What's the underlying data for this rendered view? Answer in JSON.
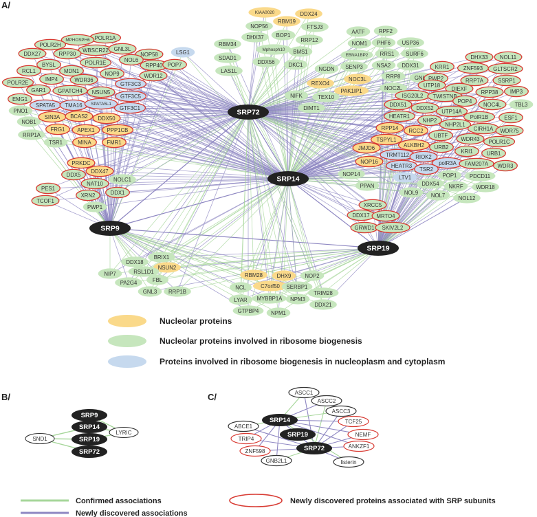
{
  "colors": {
    "nucleolar": "#fad98a",
    "biogenesis": "#c6e6bd",
    "cytoplasm": "#c6d9ee",
    "hub": "#222222",
    "confirmed_edge": "#a6d69a",
    "new_edge": "#8e87c2",
    "new_protein_outline": "#d83a32"
  },
  "panels": {
    "a": "A/",
    "b": "B/",
    "c": "C/"
  },
  "legend": {
    "nucleolar": "Nucleolar proteins",
    "biogenesis": "Nucleolar proteins involved in  ribosome biogenesis",
    "cytoplasm": "Proteins involved in ribosome biogenesis in nucleoplasm and cytoplasm",
    "confirmed": "Confirmed associations",
    "new_assoc": "Newly discovered associations",
    "new_proteins": "Newly discovered proteins associated with SRP subunits"
  },
  "panel_a": {
    "hubs": [
      "SRP72",
      "SRP14",
      "SRP9",
      "SRP19"
    ],
    "proteins": [
      {
        "l": "KIAA0020",
        "c": "o",
        "r": 0
      },
      {
        "l": "DDX24",
        "c": "o",
        "r": 0
      },
      {
        "l": "RBM19",
        "c": "o",
        "r": 0
      },
      {
        "l": "NOP56",
        "c": "g",
        "r": 0
      },
      {
        "l": "FTSJ3",
        "c": "g",
        "r": 0
      },
      {
        "l": "BOP1",
        "c": "g",
        "r": 0
      },
      {
        "l": "DHX37",
        "c": "g",
        "r": 0
      },
      {
        "l": "RRP12",
        "c": "g",
        "r": 0
      },
      {
        "l": "RBM34",
        "c": "g",
        "r": 0
      },
      {
        "l": "Mphosph10",
        "c": "g",
        "r": 0
      },
      {
        "l": "SDAD1",
        "c": "g",
        "r": 0
      },
      {
        "l": "BMS1",
        "c": "g",
        "r": 0
      },
      {
        "l": "LAS1L",
        "c": "g",
        "r": 0
      },
      {
        "l": "DDX56",
        "c": "g",
        "r": 0
      },
      {
        "l": "DKC1",
        "c": "g",
        "r": 0
      },
      {
        "l": "LSG1",
        "c": "b",
        "r": 0
      },
      {
        "l": "AATF",
        "c": "g",
        "r": 0
      },
      {
        "l": "RPF2",
        "c": "g",
        "r": 0
      },
      {
        "l": "NOM1",
        "c": "g",
        "r": 0
      },
      {
        "l": "PHF6",
        "c": "g",
        "r": 0
      },
      {
        "l": "USP36",
        "c": "g",
        "r": 0
      },
      {
        "l": "EBNA1BP2",
        "c": "g",
        "r": 0
      },
      {
        "l": "RRS1",
        "c": "g",
        "r": 0
      },
      {
        "l": "SURF6",
        "c": "g",
        "r": 0
      },
      {
        "l": "SENP3",
        "c": "g",
        "r": 0
      },
      {
        "l": "NSA2",
        "c": "g",
        "r": 0
      },
      {
        "l": "DDX31",
        "c": "g",
        "r": 0
      },
      {
        "l": "NGDN",
        "c": "g",
        "r": 0
      },
      {
        "l": "NOC3L",
        "c": "o",
        "r": 0
      },
      {
        "l": "RRP8",
        "c": "g",
        "r": 0
      },
      {
        "l": "GNL2",
        "c": "g",
        "r": 0
      },
      {
        "l": "REXO4",
        "c": "o",
        "r": 0
      },
      {
        "l": "PAK1IP1",
        "c": "o",
        "r": 0
      },
      {
        "l": "NOC2L",
        "c": "g",
        "r": 0
      },
      {
        "l": "NIFK",
        "c": "g",
        "r": 0
      },
      {
        "l": "TEX10",
        "c": "g",
        "r": 0
      },
      {
        "l": "DIMT1",
        "c": "g",
        "r": 0
      },
      {
        "l": "POLR1A",
        "c": "g",
        "r": 1
      },
      {
        "l": "MPHOSPH6",
        "c": "g",
        "r": 1
      },
      {
        "l": "POLR2H",
        "c": "g",
        "r": 1
      },
      {
        "l": "WBSCR22",
        "c": "g",
        "r": 1
      },
      {
        "l": "DDX27",
        "c": "g",
        "r": 1
      },
      {
        "l": "RPP30",
        "c": "g",
        "r": 1
      },
      {
        "l": "GNL3L",
        "c": "g",
        "r": 1
      },
      {
        "l": "BYSL",
        "c": "g",
        "r": 1
      },
      {
        "l": "POLR1E",
        "c": "g",
        "r": 1
      },
      {
        "l": "NOP58",
        "c": "g",
        "r": 1
      },
      {
        "l": "RCL1",
        "c": "g",
        "r": 1
      },
      {
        "l": "MDN1",
        "c": "g",
        "r": 1
      },
      {
        "l": "NOL6",
        "c": "g",
        "r": 1
      },
      {
        "l": "RPP40",
        "c": "g",
        "r": 1
      },
      {
        "l": "POP7",
        "c": "g",
        "r": 1
      },
      {
        "l": "POLR2E",
        "c": "g",
        "r": 1
      },
      {
        "l": "IMP4",
        "c": "g",
        "r": 1
      },
      {
        "l": "NOP9",
        "c": "g",
        "r": 1
      },
      {
        "l": "WDR36",
        "c": "g",
        "r": 1
      },
      {
        "l": "WDR12",
        "c": "g",
        "r": 1
      },
      {
        "l": "GAR1",
        "c": "g",
        "r": 1
      },
      {
        "l": "GPATCH4",
        "c": "g",
        "r": 1
      },
      {
        "l": "GTF3C3",
        "c": "b",
        "r": 1
      },
      {
        "l": "EMG1",
        "c": "g",
        "r": 1
      },
      {
        "l": "NSUN5",
        "c": "g",
        "r": 1
      },
      {
        "l": "GTF3C5",
        "c": "b",
        "r": 1
      },
      {
        "l": "PNO1",
        "c": "g",
        "r": 0
      },
      {
        "l": "SPATA5",
        "c": "b",
        "r": 1
      },
      {
        "l": "TMA16",
        "c": "b",
        "r": 1
      },
      {
        "l": "SPATA5L1",
        "c": "b",
        "r": 1
      },
      {
        "l": "GTF3C1",
        "c": "b",
        "r": 1
      },
      {
        "l": "NOB1",
        "c": "g",
        "r": 0
      },
      {
        "l": "SIN3A",
        "c": "o",
        "r": 1
      },
      {
        "l": "BCAS2",
        "c": "o",
        "r": 1
      },
      {
        "l": "DDX50",
        "c": "o",
        "r": 1
      },
      {
        "l": "RRP1A",
        "c": "g",
        "r": 0
      },
      {
        "l": "FRG1",
        "c": "o",
        "r": 1
      },
      {
        "l": "APEX1",
        "c": "o",
        "r": 1
      },
      {
        "l": "PPP1CB",
        "c": "o",
        "r": 1
      },
      {
        "l": "TSR1",
        "c": "g",
        "r": 0
      },
      {
        "l": "MINA",
        "c": "o",
        "r": 1
      },
      {
        "l": "FMR1",
        "c": "o",
        "r": 1
      },
      {
        "l": "PRKDC",
        "c": "o",
        "r": 1
      },
      {
        "l": "DDX47",
        "c": "o",
        "r": 1
      },
      {
        "l": "DDX5",
        "c": "g",
        "r": 1
      },
      {
        "l": "NOLC1",
        "c": "g",
        "r": 0
      },
      {
        "l": "NAT10",
        "c": "g",
        "r": 1
      },
      {
        "l": "PES1",
        "c": "g",
        "r": 1
      },
      {
        "l": "DDX1",
        "c": "g",
        "r": 1
      },
      {
        "l": "XRN2",
        "c": "g",
        "r": 1
      },
      {
        "l": "TCOF1",
        "c": "g",
        "r": 1
      },
      {
        "l": "PWP1",
        "c": "g",
        "r": 0
      },
      {
        "l": "DHX33",
        "c": "g",
        "r": 1
      },
      {
        "l": "NOL11",
        "c": "g",
        "r": 1
      },
      {
        "l": "KRR1",
        "c": "g",
        "r": 1
      },
      {
        "l": "ZNF593",
        "c": "g",
        "r": 1
      },
      {
        "l": "GLTSCR2",
        "c": "g",
        "r": 1
      },
      {
        "l": "PWP2",
        "c": "g",
        "r": 1
      },
      {
        "l": "RRP7A",
        "c": "g",
        "r": 1
      },
      {
        "l": "SSRP1",
        "c": "g",
        "r": 1
      },
      {
        "l": "UTP18",
        "c": "g",
        "r": 1
      },
      {
        "l": "DIEXF",
        "c": "g",
        "r": 1
      },
      {
        "l": "RPP38",
        "c": "g",
        "r": 1
      },
      {
        "l": "IMP3",
        "c": "g",
        "r": 1
      },
      {
        "l": "ISG20L2",
        "c": "g",
        "r": 1
      },
      {
        "l": "TWISTNB",
        "c": "g",
        "r": 1
      },
      {
        "l": "POP4",
        "c": "g",
        "r": 1
      },
      {
        "l": "NOC4L",
        "c": "g",
        "r": 1
      },
      {
        "l": "TBL3",
        "c": "g",
        "r": 0
      },
      {
        "l": "DDX51",
        "c": "g",
        "r": 1
      },
      {
        "l": "DDX52",
        "c": "g",
        "r": 1
      },
      {
        "l": "UTP14A",
        "c": "g",
        "r": 1
      },
      {
        "l": "HEATR1",
        "c": "g",
        "r": 1
      },
      {
        "l": "NHP2",
        "c": "g",
        "r": 1
      },
      {
        "l": "NHP2L1",
        "c": "g",
        "r": 1
      },
      {
        "l": "PolR1B",
        "c": "g",
        "r": 1
      },
      {
        "l": "ESF1",
        "c": "g",
        "r": 1
      },
      {
        "l": "CIRH1A",
        "c": "g",
        "r": 1
      },
      {
        "l": "WDR75",
        "c": "g",
        "r": 1
      },
      {
        "l": "RPP14",
        "c": "o",
        "r": 1
      },
      {
        "l": "RCC2",
        "c": "o",
        "r": 1
      },
      {
        "l": "UBTF",
        "c": "g",
        "r": 1
      },
      {
        "l": "WDR43",
        "c": "g",
        "r": 1
      },
      {
        "l": "POLR1C",
        "c": "g",
        "r": 1
      },
      {
        "l": "TSPYL1",
        "c": "o",
        "r": 1
      },
      {
        "l": "URB2",
        "c": "g",
        "r": 1
      },
      {
        "l": "URB1",
        "c": "g",
        "r": 1
      },
      {
        "l": "ALKBH2",
        "c": "o",
        "r": 1
      },
      {
        "l": "JMJD6",
        "c": "o",
        "r": 1
      },
      {
        "l": "KRI1",
        "c": "g",
        "r": 1
      },
      {
        "l": "TRMT112",
        "c": "b",
        "r": 1
      },
      {
        "l": "RIOK2",
        "c": "b",
        "r": 1
      },
      {
        "l": "polR3A",
        "c": "b",
        "r": 1
      },
      {
        "l": "FAM207A",
        "c": "g",
        "r": 1
      },
      {
        "l": "NOP16",
        "c": "o",
        "r": 1
      },
      {
        "l": "WDR3",
        "c": "g",
        "r": 1
      },
      {
        "l": "HEATR3",
        "c": "b",
        "r": 1
      },
      {
        "l": "TSR2",
        "c": "b",
        "r": 1
      },
      {
        "l": "NOP14",
        "c": "g",
        "r": 0
      },
      {
        "l": "LTV1",
        "c": "b",
        "r": 0
      },
      {
        "l": "POP1",
        "c": "g",
        "r": 0
      },
      {
        "l": "PDCD11",
        "c": "g",
        "r": 0
      },
      {
        "l": "PPAN",
        "c": "g",
        "r": 0
      },
      {
        "l": "DDX54",
        "c": "g",
        "r": 0
      },
      {
        "l": "NKRF",
        "c": "g",
        "r": 0
      },
      {
        "l": "WDR18",
        "c": "g",
        "r": 0
      },
      {
        "l": "NOL9",
        "c": "g",
        "r": 0
      },
      {
        "l": "NOL7",
        "c": "g",
        "r": 0
      },
      {
        "l": "NOL12",
        "c": "g",
        "r": 0
      },
      {
        "l": "XRCC5",
        "c": "g",
        "r": 1
      },
      {
        "l": "DDX17",
        "c": "g",
        "r": 1
      },
      {
        "l": "MRTO4",
        "c": "g",
        "r": 1
      },
      {
        "l": "GRWD1",
        "c": "g",
        "r": 1
      },
      {
        "l": "SKIV2L2",
        "c": "g",
        "r": 1
      },
      {
        "l": "DDX18",
        "c": "g",
        "r": 0
      },
      {
        "l": "BRIX1",
        "c": "g",
        "r": 0
      },
      {
        "l": "NSUN2",
        "c": "o",
        "r": 0
      },
      {
        "l": "NIP7",
        "c": "g",
        "r": 0
      },
      {
        "l": "RSL1D1",
        "c": "g",
        "r": 0
      },
      {
        "l": "PA2G4",
        "c": "g",
        "r": 0
      },
      {
        "l": "FBL",
        "c": "g",
        "r": 0
      },
      {
        "l": "GNL3",
        "c": "g",
        "r": 0
      },
      {
        "l": "RRP1B",
        "c": "g",
        "r": 0
      },
      {
        "l": "RBM28",
        "c": "o",
        "r": 0
      },
      {
        "l": "DHX9",
        "c": "o",
        "r": 0
      },
      {
        "l": "NOP2",
        "c": "g",
        "r": 0
      },
      {
        "l": "C7orf50",
        "c": "o",
        "r": 0
      },
      {
        "l": "NCL",
        "c": "g",
        "r": 0
      },
      {
        "l": "SERBP1",
        "c": "g",
        "r": 0
      },
      {
        "l": "TRIM28",
        "c": "g",
        "r": 0
      },
      {
        "l": "LYAR",
        "c": "g",
        "r": 0
      },
      {
        "l": "MYBBP1A",
        "c": "g",
        "r": 0
      },
      {
        "l": "NPM3",
        "c": "g",
        "r": 0
      },
      {
        "l": "DDX21",
        "c": "g",
        "r": 0
      },
      {
        "l": "GTPBP4",
        "c": "g",
        "r": 0
      },
      {
        "l": "NPM1",
        "c": "g",
        "r": 0
      }
    ]
  },
  "panel_b": {
    "hubs": [
      "SRP9",
      "SRP14",
      "SRP19",
      "SRP72"
    ],
    "others": [
      "SND1",
      "LYRIC"
    ]
  },
  "panel_c": {
    "hubs": [
      "SRP14",
      "SRP19",
      "SRP72"
    ],
    "black_outline": [
      "ASCC1",
      "ASCC2",
      "ASCC3",
      "ABCE1",
      "GNB2L1",
      "listerin"
    ],
    "red_outline": [
      "TCF25",
      "NEMF",
      "ANKZF1",
      "TRIP4",
      "ZNF598"
    ]
  }
}
